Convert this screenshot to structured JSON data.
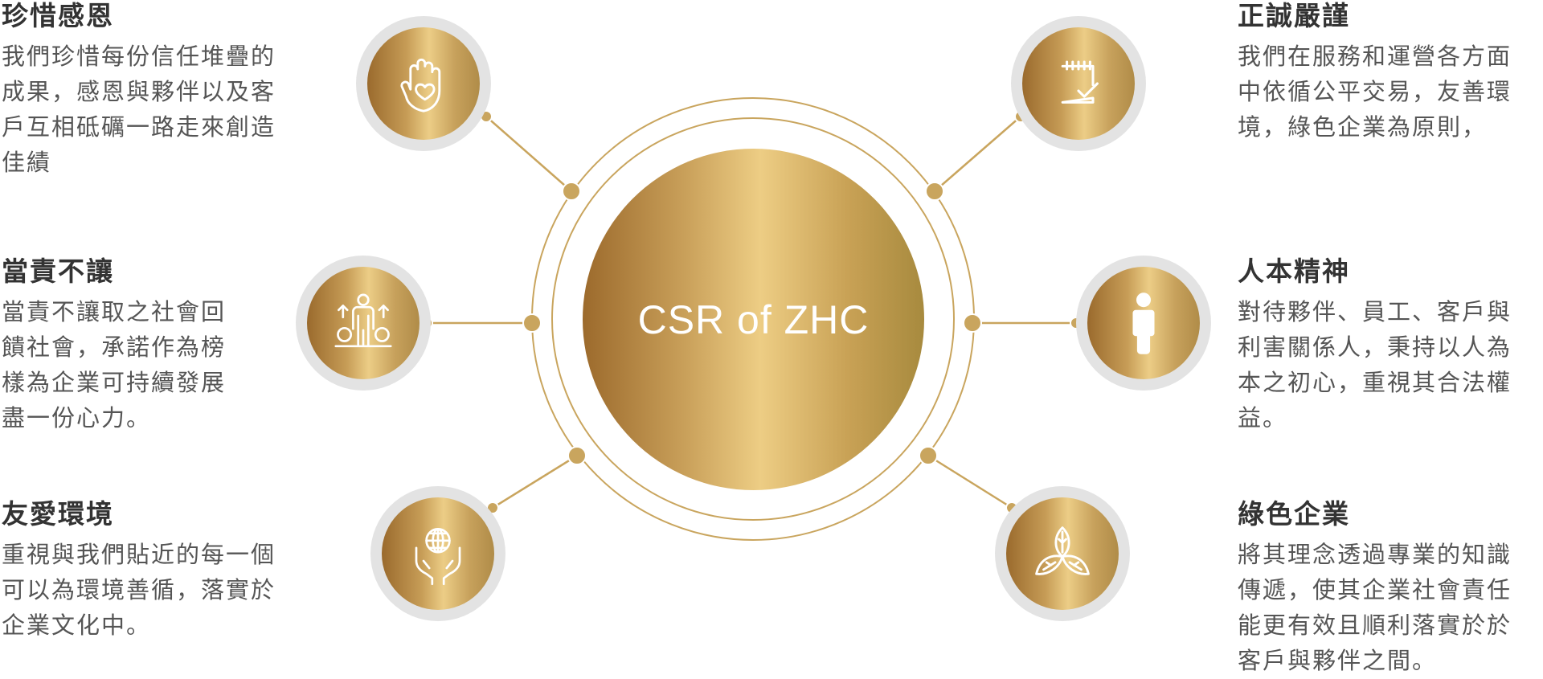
{
  "center": {
    "label": "CSR of ZHC"
  },
  "values": [
    {
      "title": "珍惜感恩",
      "lines": [
        "我們珍惜每份信任堆疊的",
        "成果，感恩與夥伴以及客",
        "戶互相砥礪一路走來創造",
        "佳績"
      ],
      "icon": "hand-heart-icon"
    },
    {
      "title": "當責不讓",
      "lines": [
        "當責不讓取之社會回",
        "饋社會，承諾作為榜",
        "樣為企業可持續發展",
        "盡一份心力。"
      ],
      "icon": "person-money-icon"
    },
    {
      "title": "友愛環境",
      "lines": [
        "重視與我們貼近的每一個",
        "可以為環境善循，落實於",
        "企業文化中。"
      ],
      "icon": "hands-globe-icon"
    },
    {
      "title": "正誠嚴謹",
      "lines": [
        "我們在服務和運營各方面",
        "中依循公平交易，友善環",
        "境，綠色企業為原則，"
      ],
      "icon": "checklist-icon"
    },
    {
      "title": "人本精神",
      "lines": [
        "對待夥伴、員工、客戶與",
        "利害關係人，秉持以人為",
        "本之初心，重視其合法權",
        "益。"
      ],
      "icon": "person-icon"
    },
    {
      "title": "綠色企業",
      "lines": [
        "將其理念透過專業的知識",
        "傳遞，使其企業社會責任",
        "能更有效且順利落實於於",
        "客戶與夥伴之間。"
      ],
      "icon": "leaf-icon"
    }
  ],
  "colors": {
    "gold": "#c9a55e",
    "gold_dark": "#9c6a2c",
    "gold_light": "#edcd84",
    "ring_gray": "#e3e3e3"
  }
}
